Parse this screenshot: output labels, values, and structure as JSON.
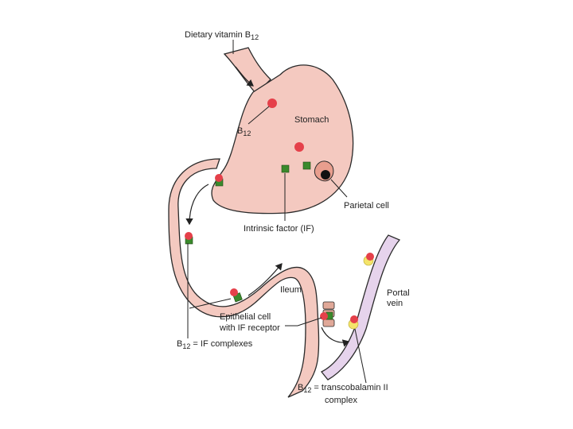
{
  "labels": {
    "dietary": {
      "text": "Dietary vitamin B",
      "sub": "12"
    },
    "b12": {
      "text": "B",
      "sub": "12"
    },
    "stomach": "Stomach",
    "parietal_cell": "Parietal cell",
    "intrinsic_factor": "Intrinsic factor (IF)",
    "ileum": "Ileum",
    "epithelial_line1": "Epithelial cell",
    "epithelial_line2": "with IF receptor",
    "b12_if": {
      "text": "B",
      "sub": "12",
      "rest": " = IF complexes"
    },
    "portal_line1": "Portal",
    "portal_line2": "vein",
    "b12_tc": {
      "text": "B",
      "sub": "12",
      "rest": " = transcobalamin II"
    },
    "complex": "complex"
  },
  "colors": {
    "tissue_fill": "#f4c9c0",
    "tissue_stroke": "#2a2a2a",
    "vein_fill": "#e6d3ec",
    "b12_red": "#e5404a",
    "if_green": "#3a8a2c",
    "tc_yellow": "#f4e46a",
    "parietal": "#111111"
  }
}
